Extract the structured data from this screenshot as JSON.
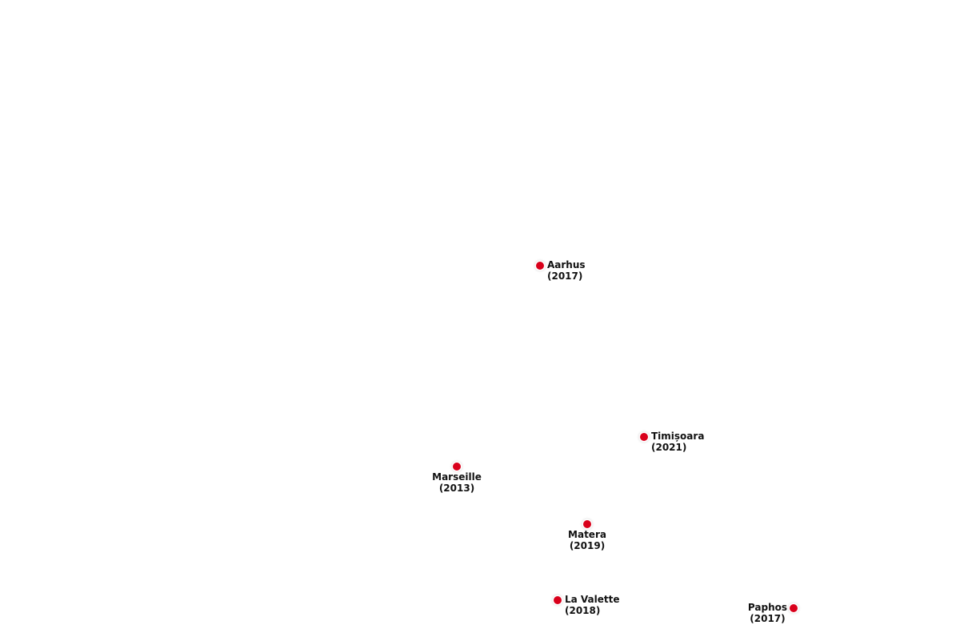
{
  "map": {
    "marker_color": "#d9001b",
    "cities": [
      {
        "name": "Aarhus",
        "year": "(2017)"
      },
      {
        "name": "Timișoara",
        "year": "(2021)"
      },
      {
        "name": "Marseille",
        "year": "(2013)"
      },
      {
        "name": "Matera",
        "year": "(2019)"
      },
      {
        "name": "La Valette",
        "year": "(2018)"
      },
      {
        "name": "Paphos",
        "year": "(2017)"
      }
    ]
  }
}
